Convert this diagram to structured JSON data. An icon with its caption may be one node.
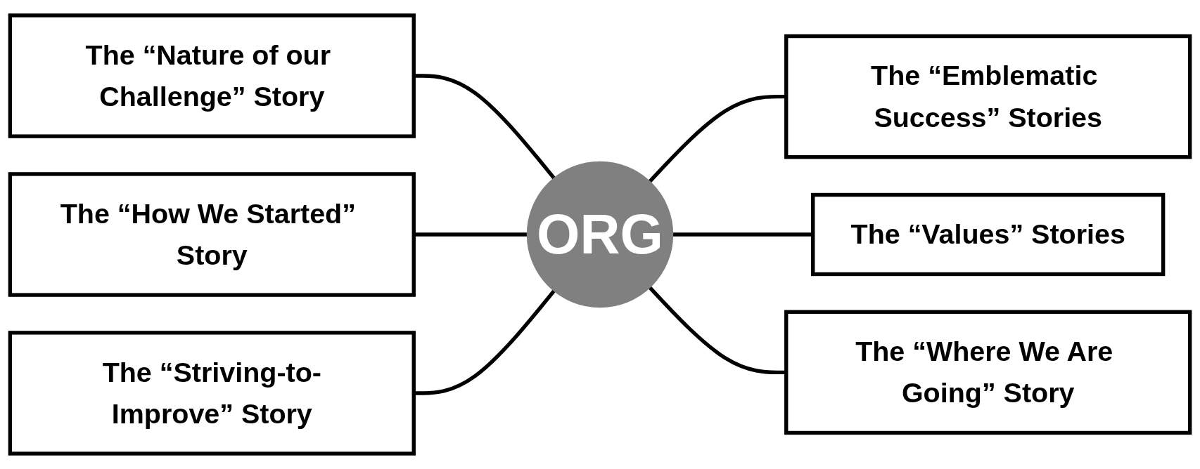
{
  "diagram": {
    "nodes": [
      {
        "text": [
          "The “Nature of our Challenge” Story"
        ]
      },
      {
        "text": [
          "The “Emblematic Success” Stories"
        ]
      },
      {
        "text": [
          "The “How We Started” Story"
        ]
      },
      {
        "text": [
          "ORG"
        ]
      },
      {
        "text": [
          "The “Values” Stories"
        ]
      },
      {
        "text": [
          "The “Striving-to-Improve” Story"
        ]
      },
      {
        "text": [
          "The “Where We Are Going” Story"
        ]
      }
    ],
    "edges": [
      {
        "from": 0,
        "to": 3,
        "arrow": "none"
      },
      {
        "from": 3,
        "to": 1,
        "arrow": "none"
      },
      {
        "from": 2,
        "to": 3,
        "arrow": "none"
      },
      {
        "from": 3,
        "to": 4,
        "arrow": "none"
      },
      {
        "from": 5,
        "to": 3,
        "arrow": "none"
      },
      {
        "from": 3,
        "to": 6,
        "arrow": "none"
      }
    ]
  }
}
